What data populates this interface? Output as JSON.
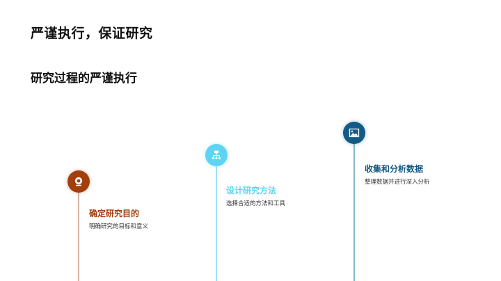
{
  "header": {
    "title": "严谨执行，保证研究",
    "subtitle": "研究过程的严谨执行"
  },
  "steps": [
    {
      "icon": "webcam-icon",
      "color": "#A33E0D",
      "line_color": "#D9B3A3",
      "title": "确定研究目的",
      "description": "明确研究的目标和意义"
    },
    {
      "icon": "sitemap-icon",
      "color": "#5ED3F3",
      "line_color": "#9EE3F5",
      "title": "设计研究方法",
      "description": "选择合适的方法和工具"
    },
    {
      "icon": "image-icon",
      "color": "#145A86",
      "line_color": "#86B5C7",
      "title": "收集和分析数据",
      "description": "整理数据并进行深入分析"
    }
  ]
}
